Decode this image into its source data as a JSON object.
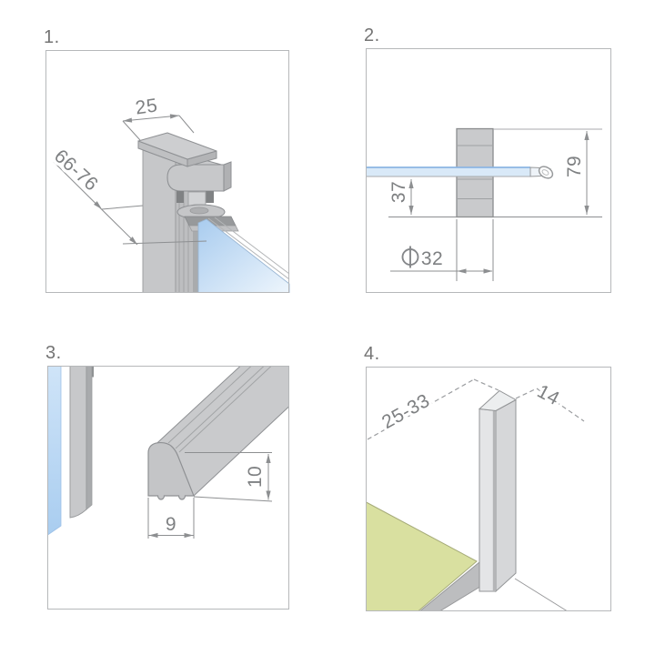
{
  "figure": {
    "type": "technical-drawing",
    "subject": "shower enclosure profile mounting dimensions",
    "background": "#ffffff"
  },
  "colors": {
    "box_border": "#b6b8ba",
    "label_gray": "#747474",
    "dim_text": "#7e8082",
    "dim_line": "#8d8f91",
    "profile_gray": "#c9cacc",
    "profile_dark": "#a9abad",
    "profile_light": "#e4e5e7",
    "outline_gray": "#8f9194",
    "glass_blue": "#a9ccef",
    "glass_light": "#edf5fc",
    "floor_green": "#d9e0a0"
  },
  "panels": [
    {
      "label": "1.",
      "description": "wall profile with hinge and glass panel, isometric view",
      "dims": {
        "profile_width": "25",
        "adjust_range": "66-76"
      }
    },
    {
      "label": "2.",
      "description": "support bar wall block, side view",
      "dims": {
        "block_height": "79",
        "bar_offset": "37",
        "diameter_symbol": "⌀",
        "diameter_value": "32"
      }
    },
    {
      "label": "3.",
      "description": "sealing strip cross-section with glass panel",
      "dims": {
        "seal_height": "10",
        "seal_width": "9"
      }
    },
    {
      "label": "4.",
      "description": "floor profile in shower corner",
      "dims": {
        "adjust_range": "25-33",
        "profile_depth": "14"
      }
    }
  ]
}
